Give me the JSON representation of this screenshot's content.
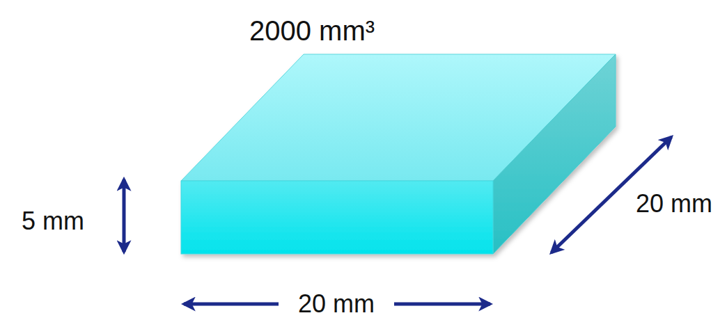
{
  "diagram": {
    "labels": [
      "2000 mm³",
      "5 mm",
      "20 mm",
      "20 mm"
    ]
  }
}
